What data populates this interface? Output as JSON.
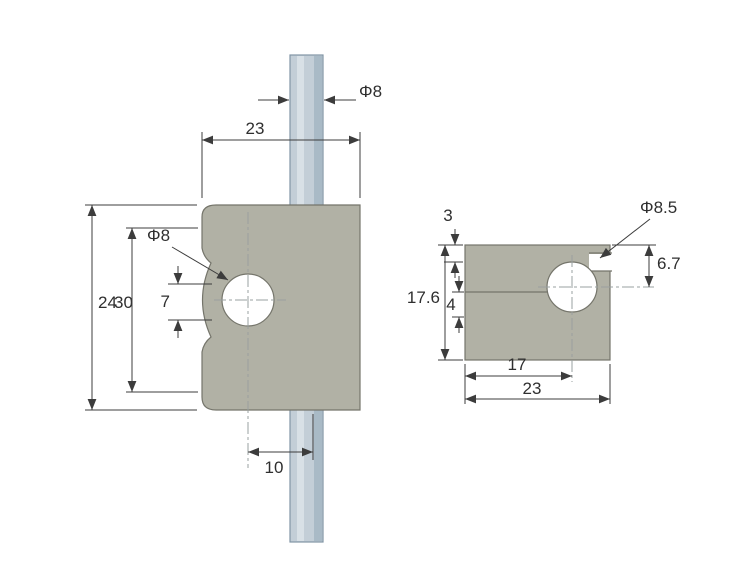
{
  "front_view": {
    "rod_diameter": "Φ8",
    "width": "23",
    "hole_diameter": "Φ8",
    "height_outer": "30",
    "height_inner": "24",
    "hole_offset_vertical": "7",
    "hole_offset_horizontal": "10"
  },
  "side_view": {
    "top_margin": "3",
    "height": "17.6",
    "slit_offset": "4",
    "hole_diameter": "Φ8.5",
    "hole_center_from_top": "6.7",
    "hole_center_from_left": "17",
    "width": "23"
  },
  "colors": {
    "block_fill": "#b1b1a5",
    "rod_fill": "#c3ced7",
    "dimension_line": "#3c3c3c",
    "centerline": "#9aa0a0",
    "background": "#ffffff"
  }
}
